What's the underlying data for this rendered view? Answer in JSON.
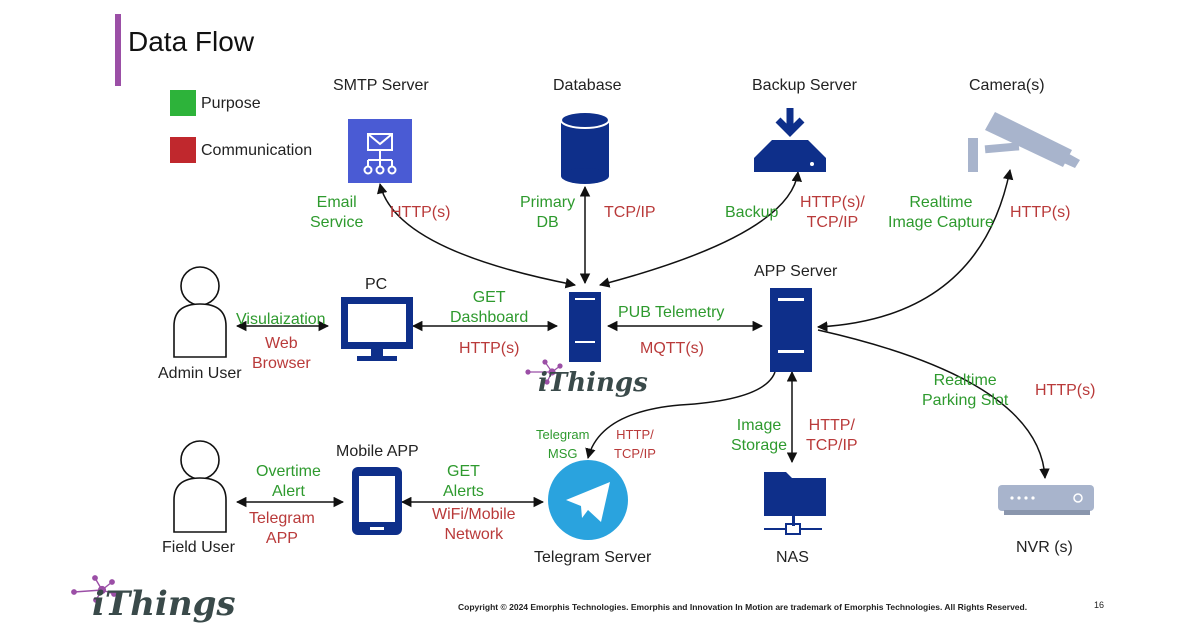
{
  "title": "Data Flow",
  "legend": {
    "purpose": "Purpose",
    "communication": "Communication"
  },
  "colors": {
    "accent": "#9b4fa6",
    "purpose": "#2db33a",
    "communication": "#c0282d",
    "node": "#0e2f8a",
    "smtp": "#4a5bd4",
    "camera": "#a8b4cc"
  },
  "nodes": {
    "smtp": "SMTP Server",
    "database": "Database",
    "backup": "Backup Server",
    "camera": "Camera(s)",
    "pc": "PC",
    "app_server": "APP Server",
    "admin_user": "Admin User",
    "mobile_app": "Mobile APP",
    "field_user": "Field User",
    "telegram_server": "Telegram Server",
    "nas": "NAS",
    "nvr": "NVR (s)"
  },
  "flows": {
    "email": {
      "purpose": [
        "Email",
        "Service"
      ],
      "comm": [
        "HTTP(s)"
      ]
    },
    "db": {
      "purpose": [
        "Primary",
        "DB"
      ],
      "comm": [
        "TCP/IP"
      ]
    },
    "backup": {
      "purpose": [
        "Backup"
      ],
      "comm": [
        "HTTP(s)/",
        "TCP/IP"
      ]
    },
    "camera": {
      "purpose": [
        "Realtime",
        "Image Capture"
      ],
      "comm": [
        "HTTP(s)"
      ]
    },
    "admin": {
      "purpose": [
        "Visulaization"
      ],
      "comm": [
        "Web",
        "Browser"
      ]
    },
    "dashboard": {
      "purpose": [
        "GET",
        "Dashboard"
      ],
      "comm": [
        "HTTP(s)"
      ]
    },
    "telemetry": {
      "purpose": [
        "PUB Telemetry"
      ],
      "comm": [
        "MQTT(s)"
      ]
    },
    "parking": {
      "purpose": [
        "Realtime",
        "Parking Slot"
      ],
      "comm": [
        "HTTP(s)"
      ]
    },
    "telegram_msg": {
      "purpose": [
        "Telegram",
        "MSG"
      ],
      "comm": [
        "HTTP/",
        "TCP/IP"
      ]
    },
    "nas": {
      "purpose": [
        "Image",
        "Storage"
      ],
      "comm": [
        "HTTP/",
        "TCP/IP"
      ]
    },
    "field": {
      "purpose": [
        "Overtime",
        "Alert"
      ],
      "comm": [
        "Telegram",
        "APP"
      ]
    },
    "alerts": {
      "purpose": [
        "GET",
        "Alerts"
      ],
      "comm": [
        "WiFi/Mobile",
        "Network"
      ]
    }
  },
  "center_logo": "iThings",
  "footer_logo": "iThings",
  "copyright": "Copyright © 2024 Emorphis Technologies. Emorphis and Innovation In Motion are trademark of Emorphis Technologies. All Rights Reserved.",
  "page_number": "16"
}
